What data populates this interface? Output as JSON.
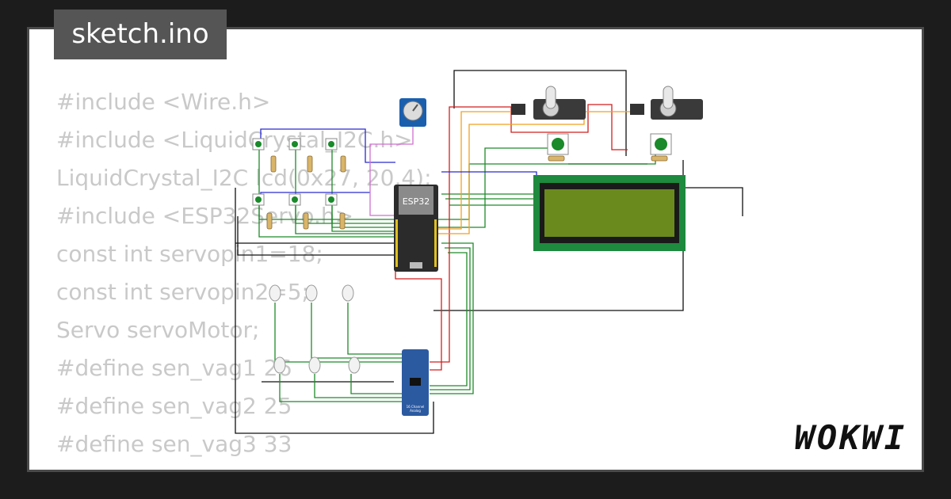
{
  "tab": {
    "title": "sketch.ino"
  },
  "code_lines": [
    "#include <Wire.h>",
    "#include <LiquidCrystal_I2C.h>",
    "LiquidCrystal_I2C lcd(0x27, 20,4);",
    "#include <ESP32Servo.h>",
    "const int servopin1=18;",
    "const int servopin2=5;",
    "Servo servoMotor;",
    "#define sen_vag1 26",
    "#define sen_vag2 25",
    "#define sen_vag3 33"
  ],
  "board": {
    "label": "ESP32"
  },
  "mux": {
    "label_line1": "16 Channel",
    "label_line2": "Analog"
  },
  "logo": {
    "text": "WOKWI"
  },
  "colors": {
    "lcd_bezel": "#1d8a3e",
    "lcd_screen": "#6b8a1e",
    "board": "#2b2b2b",
    "mux": "#2c5aa0",
    "button": "#1a8a2a"
  }
}
